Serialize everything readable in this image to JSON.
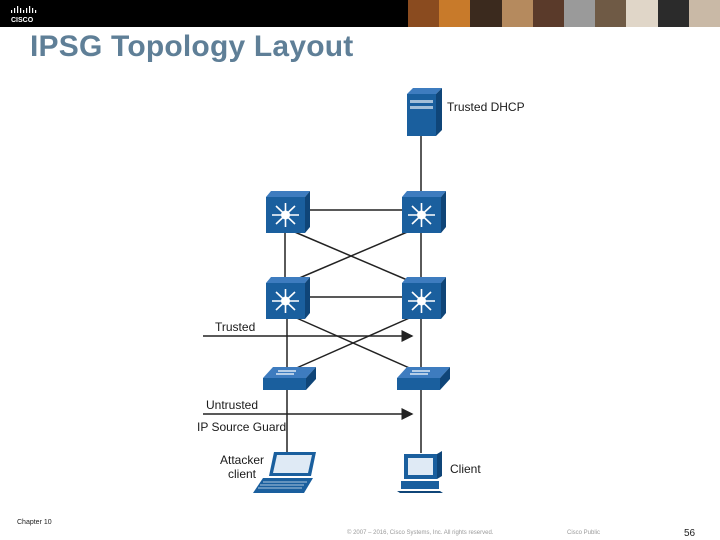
{
  "header": {
    "logo_icon": "cisco-logo-icon",
    "logo_text": "CISCO",
    "photo_colors": [
      "#8a4b1f",
      "#c87a2a",
      "#3b2a1e",
      "#b58a5e",
      "#5a3a2a",
      "#9a9a9a",
      "#6f5a45",
      "#e0d6c8",
      "#2b2b2b",
      "#c9b9a6"
    ]
  },
  "title": "IPSG Topology Layout",
  "diagram": {
    "server_label": "Trusted DHCP",
    "trusted_label": "Trusted",
    "untrusted_label": "Untrusted",
    "ipsg_label": "IP Source Guard",
    "attacker_label_line1": "Attacker",
    "attacker_label_line2": "client",
    "client_label": "Client",
    "colors": {
      "device_blue": "#1a5f9e",
      "line": "#222222"
    }
  },
  "footer": {
    "chapter": "Chapter 10",
    "copyright": "© 2007 – 2016, Cisco Systems, Inc. All rights reserved.",
    "classification": "Cisco Public",
    "page": "56"
  }
}
